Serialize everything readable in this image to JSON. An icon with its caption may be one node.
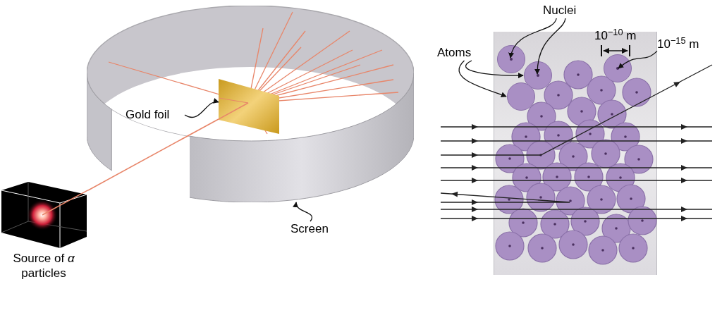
{
  "diagram": {
    "nodes": [
      {
        "text": [
          "Gold foil"
        ]
      },
      {
        "text": [],
        "shape": "picture"
      },
      {
        "text": [
          "Screen"
        ]
      },
      {
        "text": [],
        "shape": "picture"
      },
      {
        "text": [
          "Source of *α* particles"
        ]
      },
      {
        "text": [
          "Nuclei"
        ]
      },
      {
        "text": [
          "Atoms"
        ]
      },
      {
        "text": [
          "10$^{−15}$ m"
        ]
      },
      {
        "text": [],
        "shape": "box"
      },
      {
        "text": [],
        "shape": "circle",
        "in": 8
      },
      {
        "text": [],
        "shape": "circle",
        "in": 9
      },
      {
        "text": [],
        "shape": "circle",
        "in": 8
      },
      {
        "text": [],
        "shape": "circle",
        "in": 11
      },
      {
        "text": [],
        "shape": "circle",
        "in": 8
      },
      {
        "text": [],
        "shape": "circle",
        "in": 8
      },
      {
        "text": [],
        "shape": "circle",
        "in": 14
      }
    ],
    "edges": [
      {
        "from": 0,
        "to": 1,
        "arrow": "to"
      },
      {
        "from": 2,
        "to": 3,
        "arrow": "to"
      },
      {
        "from": 4,
        "to": 1,
        "arrow": "none",
        "color": "#e8866a"
      },
      {
        "from": 5,
        "to": 10,
        "arrow": "to"
      },
      {
        "from": 5,
        "to": 12,
        "arrow": "to"
      },
      {
        "from": 6,
        "to": 11,
        "arrow": "to"
      },
      {
        "from": 6,
        "to": 13,
        "arrow": "to"
      },
      {
        "from": 7,
        "to": 15,
        "arrow": "to"
      }
    ],
    "labels": [
      "10$^{−10}$ m"
    ]
  }
}
